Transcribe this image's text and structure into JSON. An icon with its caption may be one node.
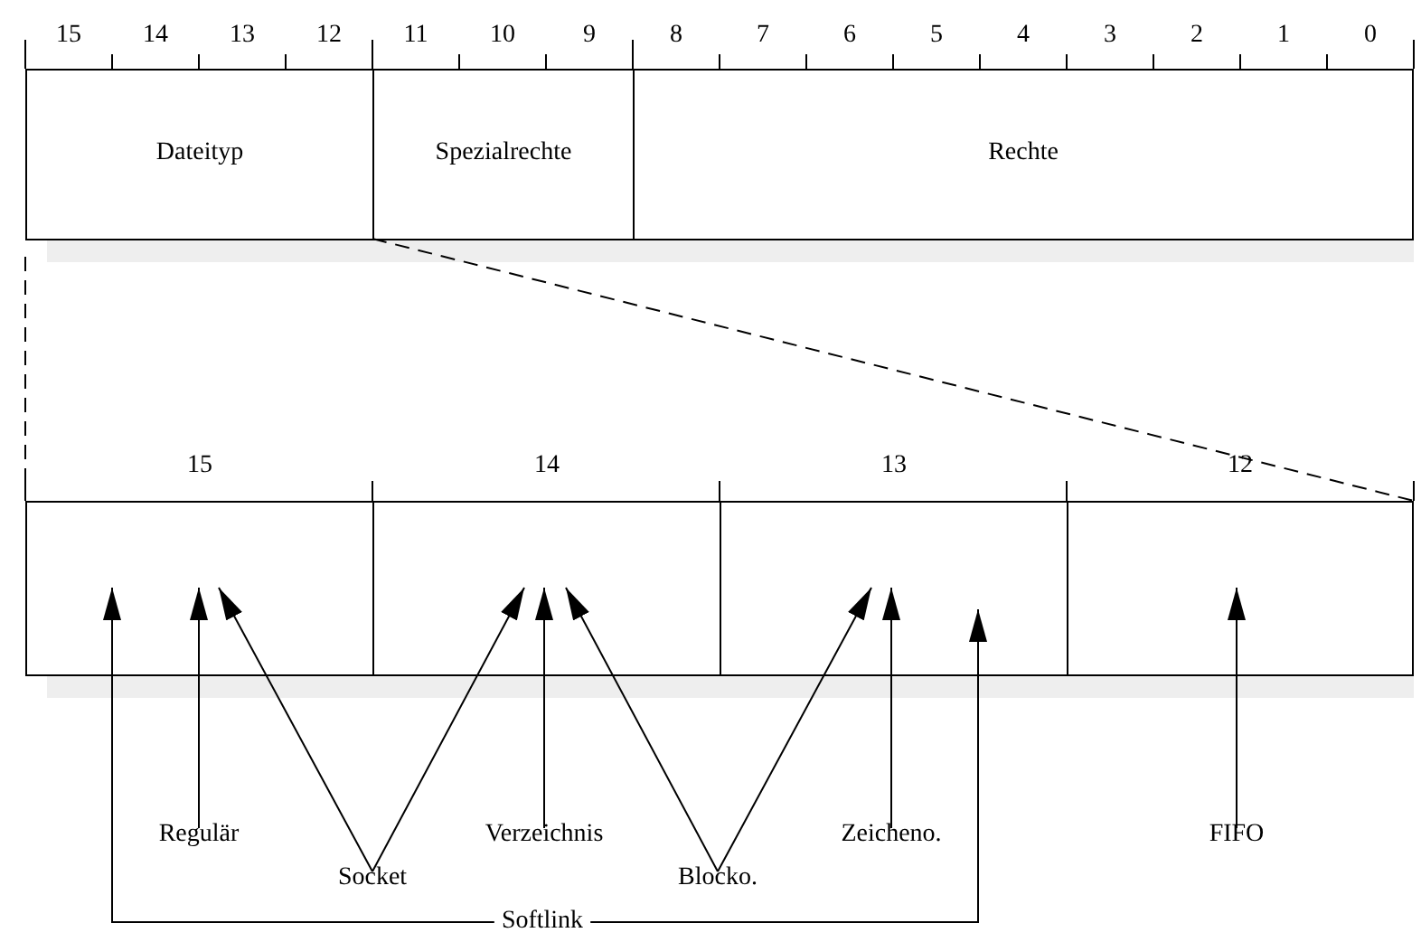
{
  "diagram": {
    "nodes": [
      {
        "text": [
          "Dateityp"
        ]
      },
      {
        "text": [
          "Spezialrechte"
        ]
      },
      {
        "text": [
          "Rechte"
        ]
      },
      {
        "text": [
          "15"
        ]
      },
      {
        "text": [
          "14"
        ]
      },
      {
        "text": [
          "13"
        ]
      },
      {
        "text": [
          "12"
        ]
      },
      {
        "text": [
          "Regulär"
        ]
      },
      {
        "text": [
          "Socket"
        ]
      },
      {
        "text": [
          "Verzeichnis"
        ]
      },
      {
        "text": [
          "Blocko."
        ]
      },
      {
        "text": [
          "Zeicheno."
        ]
      },
      {
        "text": [
          "FIFO"
        ]
      },
      {
        "text": [
          "Softlink"
        ]
      }
    ],
    "edges": [
      {
        "from": 7,
        "to": 3,
        "arrow": "to"
      },
      {
        "from": 8,
        "to": 3,
        "arrow": "to"
      },
      {
        "from": 8,
        "to": 4,
        "arrow": "to"
      },
      {
        "from": 9,
        "to": 4,
        "arrow": "to"
      },
      {
        "from": 10,
        "to": 4,
        "arrow": "to"
      },
      {
        "from": 10,
        "to": 5,
        "arrow": "to"
      },
      {
        "from": 11,
        "to": 5,
        "arrow": "to"
      },
      {
        "from": 12,
        "to": 6,
        "arrow": "to"
      },
      {
        "from": 13,
        "to": 3,
        "arrow": "to"
      },
      {
        "from": 13,
        "to": 5,
        "arrow": "to"
      },
      {
        "from": 0,
        "to": 3,
        "arrow": "none",
        "style": "dashed"
      },
      {
        "from": 0,
        "to": 6,
        "arrow": "none",
        "style": "dashed"
      }
    ],
    "labels": [
      "15",
      "14",
      "13",
      "12",
      "11",
      "10",
      "9",
      "8",
      "7",
      "6",
      "5",
      "4",
      "3",
      "2",
      "1",
      "0"
    ]
  }
}
